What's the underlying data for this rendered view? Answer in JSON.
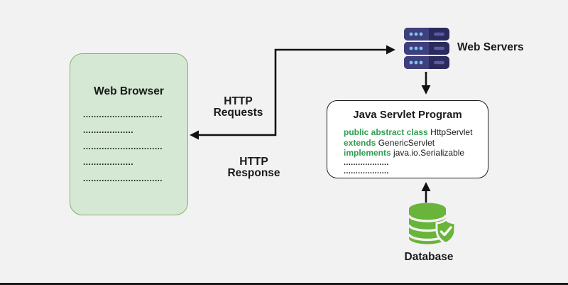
{
  "colors": {
    "background": "#f2f2f2",
    "browser_fill": "#d5e8d4",
    "browser_border": "#82b366",
    "code_keyword_green": "#2f9e52",
    "database_green": "#69b43a",
    "server_body_dark": "#2a2a5c",
    "server_body_light": "#3f3f7d",
    "server_dot_blue": "#7cc5ec",
    "server_bar_purple": "#5a5aa5",
    "arrow_color": "#111111",
    "text_dark": "#1a1a1a"
  },
  "browser": {
    "title": "Web Browser",
    "dotted_lines": [
      "..............................",
      "...................",
      "..............................",
      "...................",
      ".............................."
    ]
  },
  "labels": {
    "http_requests": {
      "line1": "HTTP",
      "line2": "Requests"
    },
    "http_response": {
      "line1": "HTTP",
      "line2": "Response"
    },
    "web_servers": "Web Servers",
    "database": "Database"
  },
  "servlet": {
    "title": "Java Servlet Program",
    "code_lines": [
      {
        "keyword": "public abstract class",
        "rest": "HttpServlet"
      },
      {
        "keyword": "extends",
        "rest": "GenericServlet"
      },
      {
        "keyword": "implements",
        "rest": "java.io.Serializable"
      }
    ],
    "dotted_lines": [
      "...................",
      "..................."
    ]
  },
  "icons": {
    "web_servers": "server-stack-icon",
    "database": "database-with-shield-check-icon"
  }
}
